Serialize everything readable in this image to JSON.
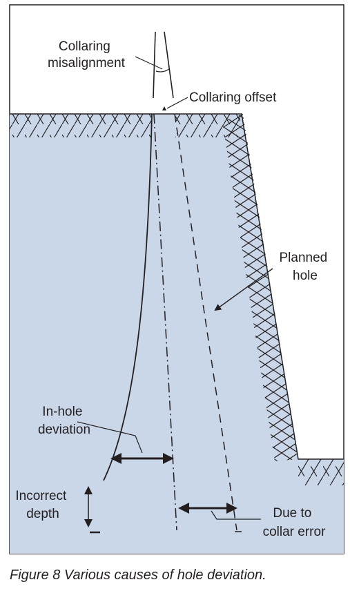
{
  "labels": {
    "collaring_misalignment": [
      "Collaring",
      "misalignment"
    ],
    "collaring_offset": "Collaring offset",
    "planned_hole": [
      "Planned",
      "hole"
    ],
    "in_hole_deviation": [
      "In-hole",
      "deviation"
    ],
    "incorrect_depth": [
      "Incorrect",
      "depth"
    ],
    "due_to_collar_error": [
      "Due to",
      "collar error"
    ]
  },
  "caption": "Figure 8  Various causes of hole deviation.",
  "colors": {
    "rock": "#c9d7e8",
    "ink": "#231f20",
    "background": "#ffffff"
  }
}
